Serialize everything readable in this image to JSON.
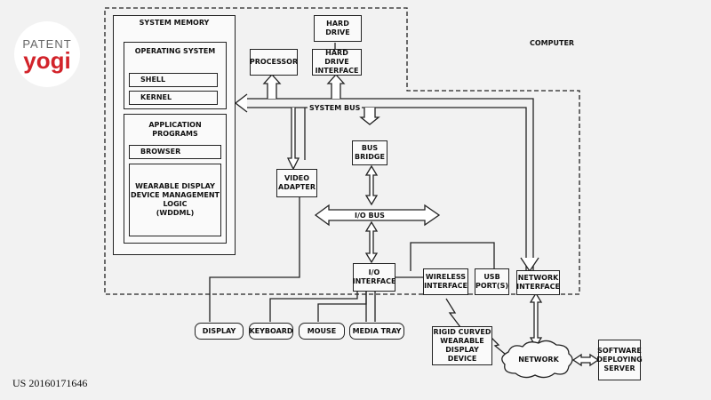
{
  "logo": {
    "top": "PATENT",
    "bottom": "yogi"
  },
  "patent_number": "US 20160171646",
  "diagram": {
    "computer_label": "COMPUTER",
    "system_memory": "SYSTEM MEMORY",
    "operating_system": "OPERATING SYSTEM",
    "shell": "SHELL",
    "kernel": "KERNEL",
    "application_programs": "APPLICATION\nPROGRAMS",
    "browser": "BROWSER",
    "wddml": "WEARABLE DISPLAY\nDEVICE MANAGEMENT\nLOGIC\n(WDDML)",
    "processor": "PROCESSOR",
    "hard_drive": "HARD DRIVE",
    "hard_drive_interface": "HARD DRIVE\nINTERFACE",
    "system_bus": "SYSTEM BUS",
    "bus_bridge": "BUS\nBRIDGE",
    "video_adapter": "VIDEO\nADAPTER",
    "io_bus": "I/O BUS",
    "io_interface": "I/O\nINTERFACE",
    "wireless_interface": "WIRELESS\nINTERFACE",
    "usb_ports": "USB\nPORT(S)",
    "network_interface": "NETWORK\nINTERFACE",
    "display": "DISPLAY",
    "keyboard": "KEYBOARD",
    "mouse": "MOUSE",
    "media_tray": "MEDIA TRAY",
    "rigid_curved": "RIGID CURVED\nWEARABLE\nDISPLAY DEVICE",
    "network": "NETWORK",
    "software_server": "SOFTWARE\nDEPLOYING\nSERVER"
  }
}
